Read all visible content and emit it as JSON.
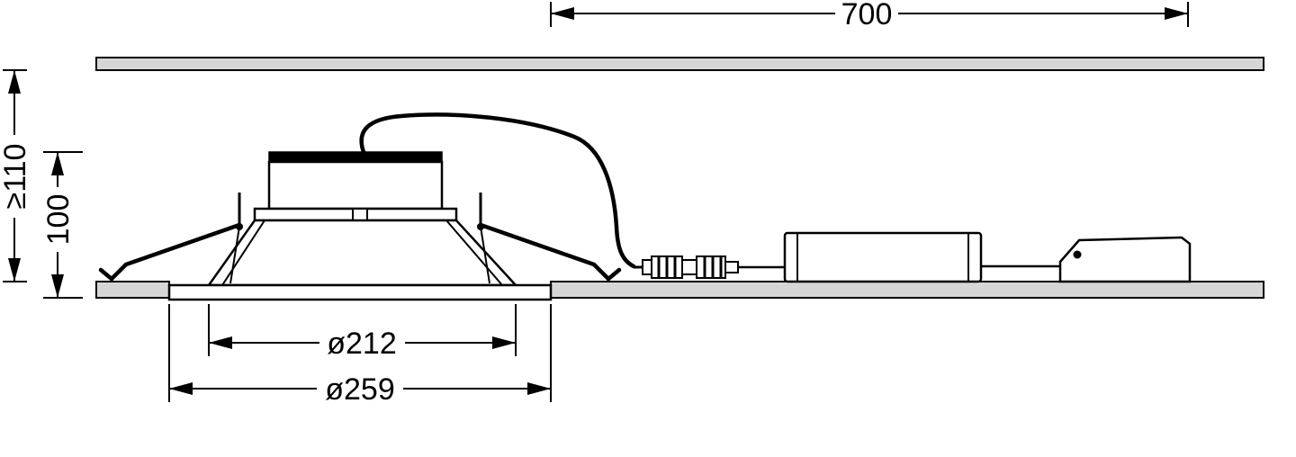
{
  "diagram": {
    "labels": {
      "dim_clearance": "700",
      "dim_recess_depth": "≥110",
      "dim_height": "100",
      "dim_cutout": "ø212",
      "dim_trim": "ø259"
    },
    "colors": {
      "line": "#000000",
      "ceiling_fill": "#d6d6d6",
      "background": "#ffffff"
    }
  }
}
